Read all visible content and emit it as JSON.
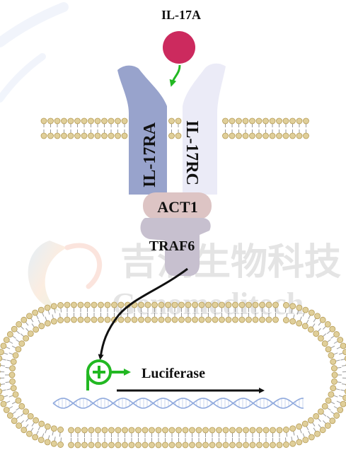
{
  "ligand": {
    "label": "IL-17A",
    "color": "#cc2a5e"
  },
  "receptors": {
    "left": {
      "label": "IL-17RA",
      "color": "#98a3cc"
    },
    "right": {
      "label": "IL-17RC",
      "color": "#ebebf7"
    }
  },
  "adaptors": {
    "act1": {
      "label": "ACT1",
      "color": "#ddc4c4"
    },
    "traf6": {
      "label": "TRAF6",
      "color": "#c7c0cf"
    }
  },
  "reporter": {
    "label": "Luciferase",
    "promoter_color": "#22b822"
  },
  "watermark": {
    "cn": "吉满生物科技",
    "en": "Genomeditech"
  },
  "colors": {
    "lipid_head": "#e0cf9a",
    "lipid_edge": "#b59b55",
    "arrow_green": "#22b822",
    "arrow_black": "#111111",
    "dna_blue": "#8fa9dd"
  }
}
